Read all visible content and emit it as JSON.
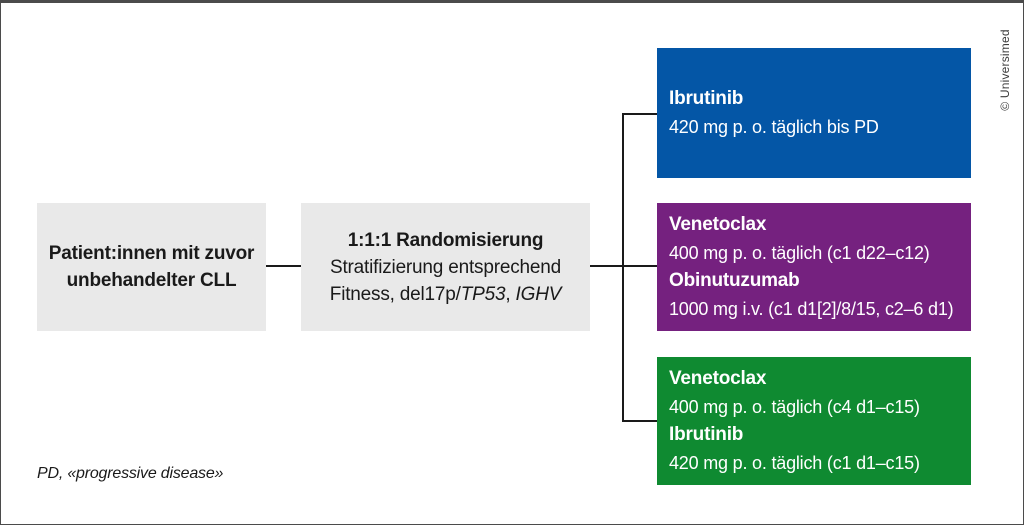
{
  "figure": {
    "patient_box": {
      "line1": "Patient:innen mit zuvor",
      "line2": "unbehandelter CLL"
    },
    "randomization_box": {
      "title": "1:1:1 Randomisierung",
      "line2": "Stratifizierung entsprechend",
      "line3_plain": "Fitness, del17p/",
      "line3_italic1": "TP53",
      "line3_separator": ", ",
      "line3_italic2": "IGHV"
    },
    "arms": [
      {
        "id": "ibrutinib",
        "color": "#0456a6",
        "rows": [
          {
            "bold": true,
            "text": "Ibrutinib"
          },
          {
            "bold": false,
            "text": "420 mg p. o. täglich bis PD"
          }
        ]
      },
      {
        "id": "venetoclax-obinutuzumab",
        "color": "#75217f",
        "rows": [
          {
            "bold": true,
            "text": "Venetoclax"
          },
          {
            "bold": false,
            "text": "400 mg p. o. täglich (c1 d22–c12)"
          },
          {
            "bold": true,
            "text": "Obinutuzumab"
          },
          {
            "bold": false,
            "text": "1000 mg i.v. (c1 d1[2]/8/15, c2–6 d1)"
          }
        ]
      },
      {
        "id": "venetoclax-ibrutinib",
        "color": "#0f8a31",
        "rows": [
          {
            "bold": true,
            "text": "Venetoclax"
          },
          {
            "bold": false,
            "text": "400 mg p. o. täglich (c4 d1–c15)"
          },
          {
            "bold": true,
            "text": "Ibrutinib"
          },
          {
            "bold": false,
            "text": "420 mg p. o. täglich (c1 d1–c15)"
          }
        ]
      }
    ],
    "footnote": "PD, «progressive disease»",
    "copyright": "© Universimed",
    "colors": {
      "box_gray": "#e9e9e9",
      "connector_line": "#1a1a1a",
      "arm_text": "#ffffff",
      "frame_border": "#4b4b4b"
    }
  }
}
